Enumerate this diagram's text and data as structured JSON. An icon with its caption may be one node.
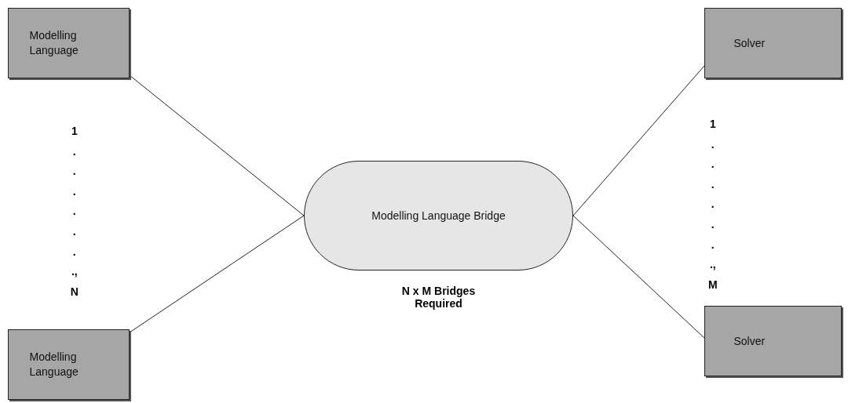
{
  "diagram": {
    "nodes": [
      {
        "text": [
          "Modelling Language"
        ]
      },
      {
        "text": [
          "Solver"
        ]
      },
      {
        "text": [
          "Modelling Language Bridge"
        ],
        "beside": [
          "N x M Bridges Required"
        ]
      },
      {
        "text": [
          "Modelling Language"
        ]
      },
      {
        "text": [
          "Solver"
        ]
      }
    ],
    "edges": [
      {
        "from": 0,
        "to": 2,
        "arrow": "none"
      },
      {
        "from": 3,
        "to": 2,
        "arrow": "none"
      },
      {
        "from": 1,
        "to": 2,
        "arrow": "none"
      },
      {
        "from": 4,
        "to": 2,
        "arrow": "none"
      }
    ],
    "labels": [
      "1 . . . . . . ., N",
      "1 . . . . . . ., M"
    ]
  }
}
